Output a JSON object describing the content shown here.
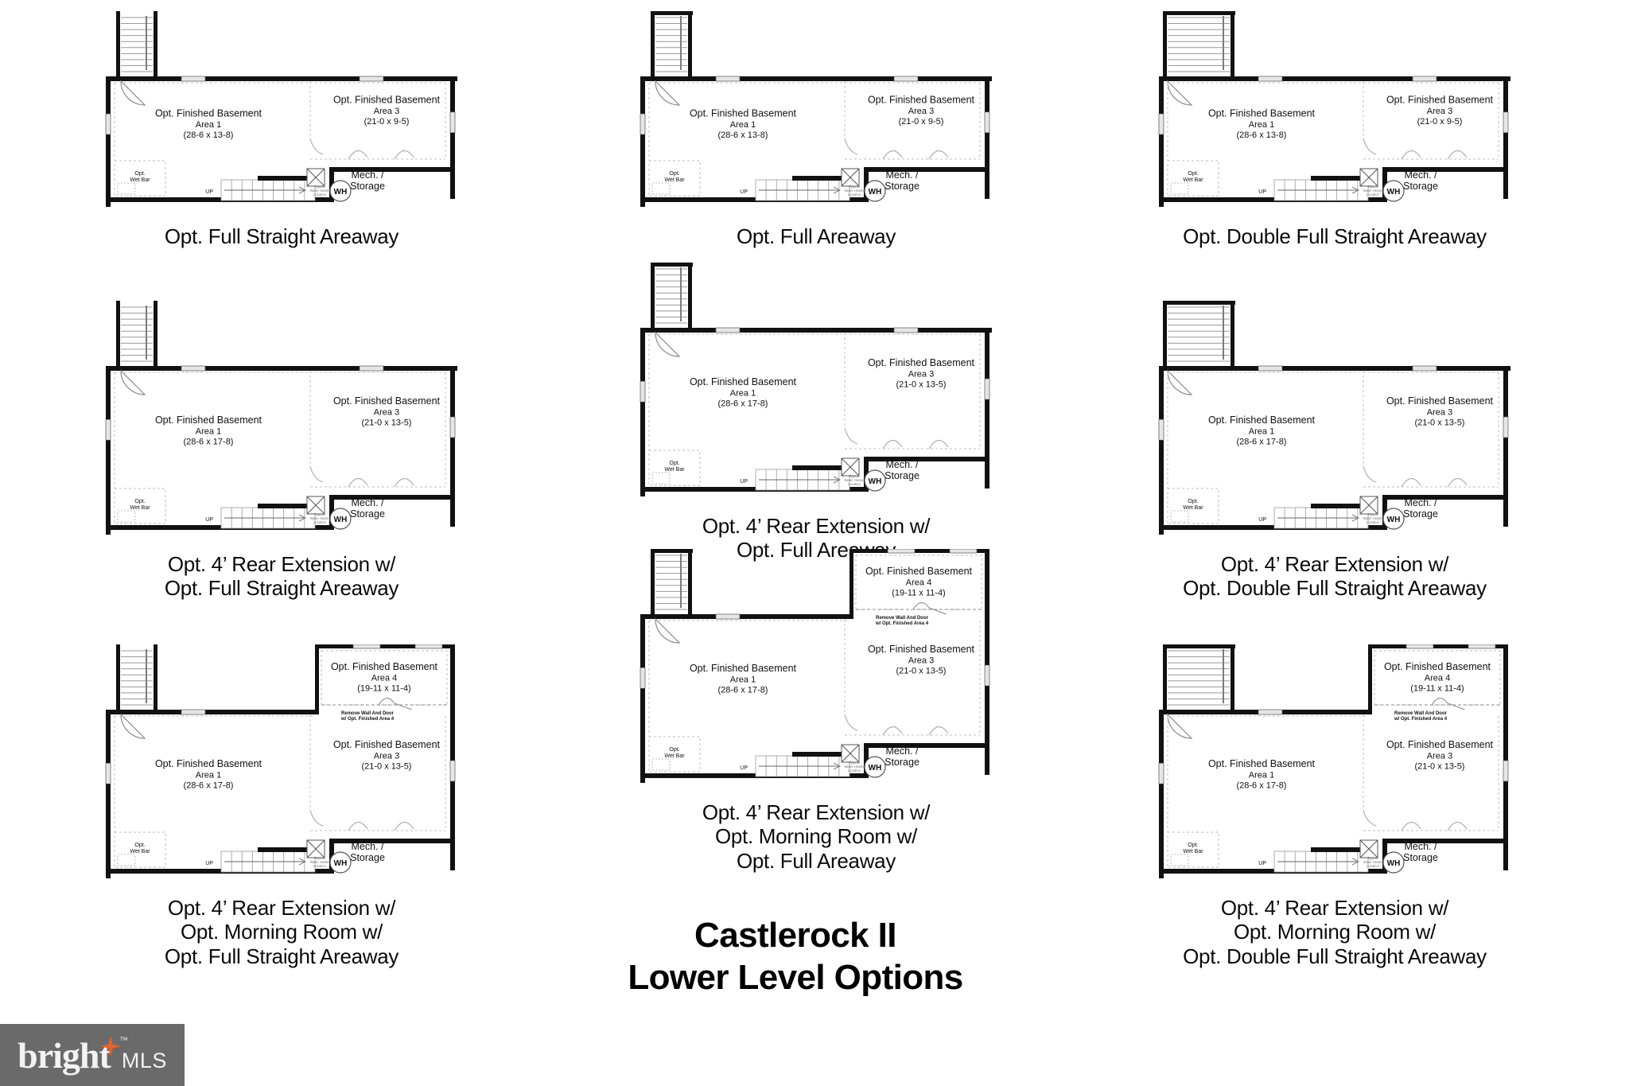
{
  "document": {
    "title_line1": "Castlerock II",
    "title_line2": "Lower Level Options",
    "title": "Castlerock II\nLower Level Options"
  },
  "watermark": {
    "brand": "bright",
    "trademark": "™",
    "suffix": "MLS",
    "bg_color": "#6a6a6a",
    "star_color": "#e8622a",
    "text_color": "#f2f2f2"
  },
  "labels": {
    "finished_basement": "Opt. Finished Basement",
    "area1": "Area 1",
    "area3": "Area 3",
    "area4": "Area 4",
    "mech_storage": "Mech. /\nStorage",
    "wet_bar": "Opt.\nWet Bar",
    "water_heater": "WH",
    "wh_note": "Typical\nWater Heater\nLocation",
    "up": "UP",
    "remove_wall_note": "Remove Wall And Door\nw/ Opt. Finished Area 4"
  },
  "dimensions": {
    "area1_base": "(28-6 x 13-8)",
    "area1_ext": "(28-6 x 17-8)",
    "area3_base": "(21-0 x 9-5)",
    "area3_ext": "(21-0 x 13-5)",
    "area4": "(19-11 x 11-4)"
  },
  "plans": [
    {
      "id": "full-straight-areaway",
      "caption": "Opt. Full Straight Areaway",
      "variant": "base",
      "areaway": "straight",
      "rooms": [
        {
          "name": "Opt. Finished Basement",
          "area": "Area 1",
          "dims": "(28-6 x 13-8)"
        },
        {
          "name": "Opt. Finished Basement",
          "area": "Area 3",
          "dims": "(21-0 x 9-5)"
        },
        {
          "name": "Mech. /\nStorage",
          "area": "",
          "dims": ""
        }
      ]
    },
    {
      "id": "full-areaway",
      "caption": "Opt. Full Areaway",
      "variant": "base",
      "areaway": "full",
      "rooms": [
        {
          "name": "Opt. Finished Basement",
          "area": "Area 1",
          "dims": "(28-6 x 13-8)"
        },
        {
          "name": "Opt. Finished Basement",
          "area": "Area 3",
          "dims": "(21-0 x 9-5)"
        },
        {
          "name": "Mech. /\nStorage",
          "area": "",
          "dims": ""
        }
      ]
    },
    {
      "id": "double-full-straight-areaway",
      "caption": "Opt. Double Full Straight Areaway",
      "variant": "base",
      "areaway": "double",
      "rooms": [
        {
          "name": "Opt. Finished Basement",
          "area": "Area 1",
          "dims": "(28-6 x 13-8)"
        },
        {
          "name": "Opt. Finished Basement",
          "area": "Area 3",
          "dims": "(21-0 x 9-5)"
        },
        {
          "name": "Mech. /\nStorage",
          "area": "",
          "dims": ""
        }
      ]
    },
    {
      "id": "rear-ext-full-straight-areaway",
      "caption": "Opt. 4’ Rear Extension w/\nOpt. Full Straight Areaway",
      "variant": "extension",
      "areaway": "straight",
      "rooms": [
        {
          "name": "Opt. Finished Basement",
          "area": "Area 1",
          "dims": "(28-6 x 17-8)"
        },
        {
          "name": "Opt. Finished Basement",
          "area": "Area 3",
          "dims": "(21-0 x 13-5)"
        },
        {
          "name": "Mech. /\nStorage",
          "area": "",
          "dims": ""
        }
      ]
    },
    {
      "id": "rear-ext-full-areaway",
      "caption": "Opt. 4’ Rear Extension w/\nOpt. Full Areaway",
      "variant": "extension",
      "areaway": "full",
      "rooms": [
        {
          "name": "Opt. Finished Basement",
          "area": "Area 1",
          "dims": "(28-6 x 17-8)"
        },
        {
          "name": "Opt. Finished Basement",
          "area": "Area 3",
          "dims": "(21-0 x 13-5)"
        },
        {
          "name": "Mech. /\nStorage",
          "area": "",
          "dims": ""
        }
      ]
    },
    {
      "id": "rear-ext-double-full-straight-areaway",
      "caption": "Opt. 4’ Rear Extension w/\nOpt. Double Full Straight Areaway",
      "variant": "extension",
      "areaway": "double",
      "rooms": [
        {
          "name": "Opt. Finished Basement",
          "area": "Area 1",
          "dims": "(28-6 x 17-8)"
        },
        {
          "name": "Opt. Finished Basement",
          "area": "Area 3",
          "dims": "(21-0 x 13-5)"
        },
        {
          "name": "Mech. /\nStorage",
          "area": "",
          "dims": ""
        }
      ]
    },
    {
      "id": "rear-ext-morning-room-full-straight-areaway",
      "caption": "Opt. 4’ Rear Extension w/\nOpt. Morning Room w/\nOpt. Full Straight Areaway",
      "variant": "morning",
      "areaway": "straight",
      "rooms": [
        {
          "name": "Opt. Finished Basement",
          "area": "Area 1",
          "dims": "(28-6 x 17-8)"
        },
        {
          "name": "Opt. Finished Basement",
          "area": "Area 3",
          "dims": "(21-0 x 13-5)"
        },
        {
          "name": "Opt. Finished Basement",
          "area": "Area 4",
          "dims": "(19-11 x 11-4)"
        },
        {
          "name": "Mech. /\nStorage",
          "area": "",
          "dims": ""
        }
      ]
    },
    {
      "id": "rear-ext-morning-room-full-areaway",
      "caption": "Opt. 4’ Rear Extension w/\nOpt. Morning Room w/\nOpt. Full Areaway",
      "variant": "morning",
      "areaway": "full",
      "rooms": [
        {
          "name": "Opt. Finished Basement",
          "area": "Area 1",
          "dims": "(28-6 x 17-8)"
        },
        {
          "name": "Opt. Finished Basement",
          "area": "Area 3",
          "dims": "(21-0 x 13-5)"
        },
        {
          "name": "Opt. Finished Basement",
          "area": "Area 4",
          "dims": "(19-11 x 11-4)"
        },
        {
          "name": "Mech. /\nStorage",
          "area": "",
          "dims": ""
        }
      ]
    },
    {
      "id": "rear-ext-morning-room-double-full-straight-areaway",
      "caption": "Opt. 4’ Rear Extension w/\nOpt. Morning Room w/\nOpt. Double Full Straight Areaway",
      "variant": "morning",
      "areaway": "double",
      "rooms": [
        {
          "name": "Opt. Finished Basement",
          "area": "Area 1",
          "dims": "(28-6 x 17-8)"
        },
        {
          "name": "Opt. Finished Basement",
          "area": "Area 3",
          "dims": "(21-0 x 13-5)"
        },
        {
          "name": "Opt. Finished Basement",
          "area": "Area 4",
          "dims": "(19-11 x 11-4)"
        },
        {
          "name": "Mech. /\nStorage",
          "area": "",
          "dims": ""
        }
      ]
    }
  ]
}
